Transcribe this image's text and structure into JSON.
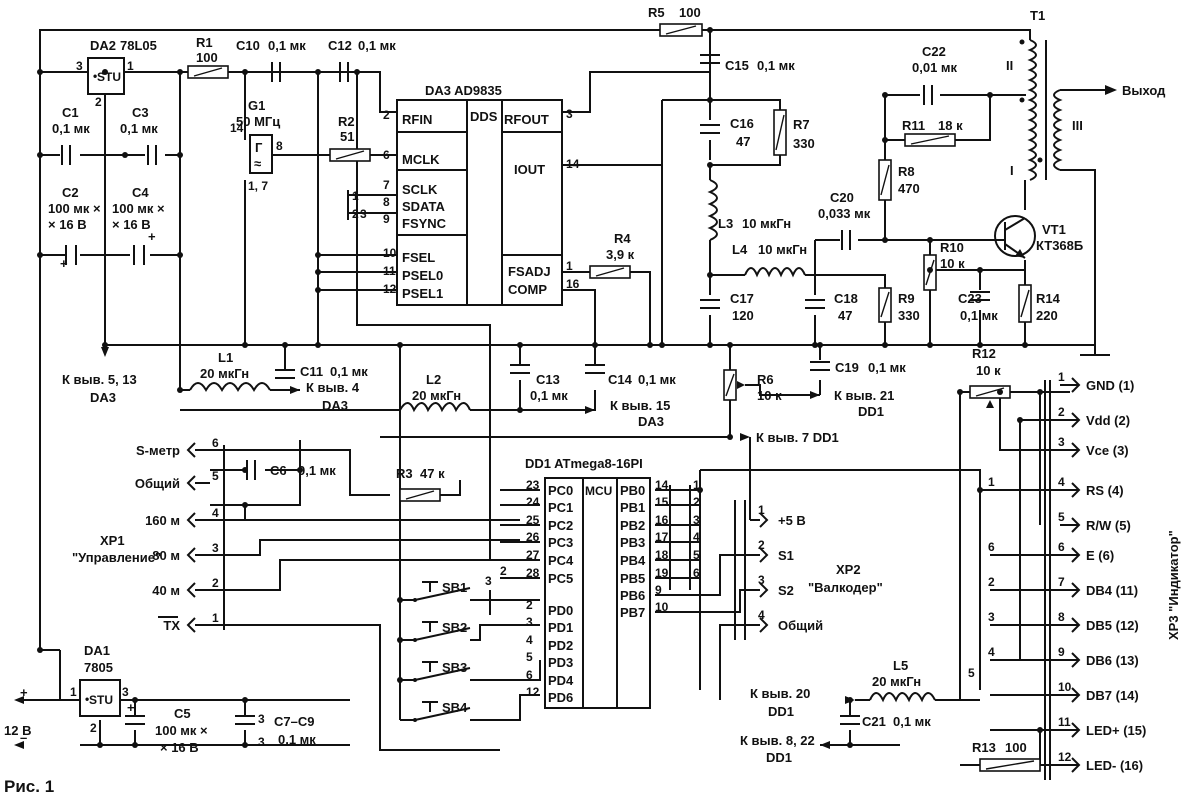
{
  "figure": {
    "caption": "Рис. 1"
  },
  "power": {
    "input_voltage": "12 В",
    "plus": "+",
    "minus": "–"
  },
  "chips": {
    "da1": {
      "ref": "DA1",
      "part": "7805",
      "inner": "STU"
    },
    "da2": {
      "ref": "DA2",
      "part": "78L05",
      "inner": "STU"
    },
    "da3": {
      "title": "DA3  AD9835",
      "dds": "DDS"
    },
    "dd1": {
      "title": "DD1  ATmega8-16PI",
      "mcu": "MCU"
    },
    "g1": {
      "ref": "G1",
      "freq": "50 МГц",
      "symbol": "Г",
      "pins": "1, 7",
      "wave": "≈"
    }
  },
  "da3_pins": {
    "left": [
      {
        "name": "RFIN",
        "num": "2"
      },
      {
        "name": "MCLK",
        "num": "6"
      },
      {
        "name": "SCLK",
        "num": "7"
      },
      {
        "name": "SDATA",
        "num": "8"
      },
      {
        "name": "FSYNC",
        "num": "9"
      },
      {
        "name": "FSEL",
        "num": "10"
      },
      {
        "name": "PSEL0",
        "num": "11"
      },
      {
        "name": "PSEL1",
        "num": "12"
      }
    ],
    "right": [
      {
        "name": "RFOUT",
        "num": "3"
      },
      {
        "name": "IOUT",
        "num": "14"
      },
      {
        "name": "FSADJ",
        "num": "1"
      },
      {
        "name": "COMP",
        "num": "16"
      }
    ],
    "bus": [
      "1",
      "2",
      "3"
    ]
  },
  "dd1_pins": {
    "left": [
      {
        "name": "PC0",
        "num": "23"
      },
      {
        "name": "PC1",
        "num": "24"
      },
      {
        "name": "PC2",
        "num": "25"
      },
      {
        "name": "PC3",
        "num": "26"
      },
      {
        "name": "PC4",
        "num": "27"
      },
      {
        "name": "PC5",
        "num": "28"
      },
      {
        "name": "PD0",
        "num": "2"
      },
      {
        "name": "PD1",
        "num": "3"
      },
      {
        "name": "PD2",
        "num": "4"
      },
      {
        "name": "PD3",
        "num": "5"
      },
      {
        "name": "PD4",
        "num": "6"
      },
      {
        "name": "PD6",
        "num": "12"
      }
    ],
    "right": [
      {
        "name": "PB0",
        "num": "14",
        "bus": "1"
      },
      {
        "name": "PB1",
        "num": "15",
        "bus": "2"
      },
      {
        "name": "PB2",
        "num": "16",
        "bus": "3"
      },
      {
        "name": "PB3",
        "num": "17",
        "bus": "4"
      },
      {
        "name": "PB4",
        "num": "18",
        "bus": "5"
      },
      {
        "name": "PB5",
        "num": "19",
        "bus": "6"
      },
      {
        "name": "PB6",
        "num": "9",
        "bus": ""
      },
      {
        "name": "PB7",
        "num": "10",
        "bus": ""
      }
    ],
    "left_bus": [
      "1",
      "2",
      "3"
    ]
  },
  "components": {
    "r1": {
      "ref": "R1",
      "val": "100"
    },
    "r2": {
      "ref": "R2",
      "val": "51"
    },
    "r3": {
      "ref": "R3",
      "val": "47 к"
    },
    "r4": {
      "ref": "R4",
      "val": "3,9 к"
    },
    "r5": {
      "ref": "R5",
      "val": "100"
    },
    "r6": {
      "ref": "R6",
      "val": "10 к"
    },
    "r7": {
      "ref": "R7",
      "val": "330"
    },
    "r8": {
      "ref": "R8",
      "val": "470"
    },
    "r9": {
      "ref": "R9",
      "val": "330"
    },
    "r10": {
      "ref": "R10",
      "val": "10 к"
    },
    "r11": {
      "ref": "R11",
      "val": "18 к"
    },
    "r12": {
      "ref": "R12",
      "val": "10 к"
    },
    "r13": {
      "ref": "R13",
      "val": "100"
    },
    "r14": {
      "ref": "R14",
      "val": "220"
    },
    "c1": {
      "ref": "C1",
      "val": "0,1 мк"
    },
    "c2": {
      "ref": "C2",
      "val1": "100 мк ×",
      "val2": "× 16 В"
    },
    "c3": {
      "ref": "C3",
      "val": "0,1 мк"
    },
    "c4": {
      "ref": "C4",
      "val1": "100 мк ×",
      "val2": "× 16 В"
    },
    "c5": {
      "ref": "C5",
      "val1": "100 мк ×",
      "val2": "× 16 В"
    },
    "c6": {
      "ref": "C6",
      "val": "0,1 мк"
    },
    "c79": {
      "ref": "C7–C9",
      "val": "0,1 мк",
      "mult": "3"
    },
    "c10": {
      "ref": "C10",
      "val": "0,1 мк"
    },
    "c11": {
      "ref": "C11",
      "val": "0,1 мк"
    },
    "c12": {
      "ref": "C12",
      "val": "0,1 мк"
    },
    "c13": {
      "ref": "C13",
      "val": "0,1 мк"
    },
    "c14": {
      "ref": "C14",
      "val": "0,1 мк"
    },
    "c15": {
      "ref": "C15",
      "val": "0,1 мк"
    },
    "c16": {
      "ref": "C16",
      "val": "47"
    },
    "c17": {
      "ref": "C17",
      "val": "120"
    },
    "c18": {
      "ref": "C18",
      "val": "47"
    },
    "c19": {
      "ref": "C19",
      "val": "0,1 мк"
    },
    "c20": {
      "ref": "C20",
      "val": "0,033 мк"
    },
    "c21": {
      "ref": "C21",
      "val": "0,1 мк"
    },
    "c22": {
      "ref": "C22",
      "val": "0,01 мк"
    },
    "c23": {
      "ref": "C23",
      "val": "0,1 мк"
    },
    "l1": {
      "ref": "L1",
      "val": "20 мкГн"
    },
    "l2": {
      "ref": "L2",
      "val": "20 мкГн"
    },
    "l3": {
      "ref": "L3",
      "val": "10 мкГн"
    },
    "l4": {
      "ref": "L4",
      "val": "10 мкГн"
    },
    "l5": {
      "ref": "L5",
      "val": "20 мкГн"
    },
    "vt1": {
      "ref": "VT1",
      "part": "КТ368Б"
    },
    "t1": {
      "ref": "T1",
      "w1": "I",
      "w2": "II",
      "w3": "III"
    },
    "sb": [
      "SB1",
      "SB2",
      "SB3",
      "SB4"
    ]
  },
  "notes": {
    "n_513": "К выв. 5, 13",
    "n_da3": "DA3",
    "n_4": "К выв. 4",
    "n_15": "К выв. 15",
    "n_21": "К выв. 21",
    "n_dd1": "DD1",
    "n_7": "К выв. 7 DD1",
    "n_20": "К выв. 20",
    "n_822": "К выв. 8, 22",
    "out": "Выход"
  },
  "xp1": {
    "title": "XP1",
    "subtitle": "\"Управление\"",
    "pins": [
      {
        "label": "S-метр",
        "num": "6"
      },
      {
        "label": "Общий",
        "num": "5"
      },
      {
        "label": "160 м",
        "num": "4"
      },
      {
        "label": "80 м",
        "num": "3"
      },
      {
        "label": "40 м",
        "num": "2"
      },
      {
        "label": "TX",
        "num": "1"
      }
    ]
  },
  "xp2": {
    "title": "XP2",
    "subtitle": "\"Валкодер\"",
    "pins": [
      {
        "label": "+5 В",
        "num": "1"
      },
      {
        "label": "S1",
        "num": "2"
      },
      {
        "label": "S2",
        "num": "3"
      },
      {
        "label": "Общий",
        "num": "4"
      }
    ]
  },
  "xp3": {
    "title": "XP3 \"Индикатор\"",
    "pins": [
      {
        "label": "GND (1)",
        "num": "1",
        "bus": ""
      },
      {
        "label": "Vdd (2)",
        "num": "2",
        "bus": ""
      },
      {
        "label": "Vce (3)",
        "num": "3",
        "bus": ""
      },
      {
        "label": "RS (4)",
        "num": "4",
        "bus": "1"
      },
      {
        "label": "R/W (5)",
        "num": "5",
        "bus": ""
      },
      {
        "label": "E (6)",
        "num": "6",
        "bus": "6"
      },
      {
        "label": "DB4 (11)",
        "num": "7",
        "bus": "2"
      },
      {
        "label": "DB5 (12)",
        "num": "8",
        "bus": "3"
      },
      {
        "label": "DB6 (13)",
        "num": "9",
        "bus": "4"
      },
      {
        "label": "DB7 (14)",
        "num": "10",
        "bus": ""
      },
      {
        "label": "LED+ (15)",
        "num": "11",
        "bus": ""
      },
      {
        "label": "LED- (16)",
        "num": "12",
        "bus": ""
      }
    ],
    "bus5": "5"
  },
  "misc": {
    "da2_p3": "3",
    "da2_p1": "1",
    "da2_p2": "2",
    "da1_p1": "1",
    "da1_p2": "2",
    "da1_p3": "3",
    "g1_p14": "14",
    "g1_p8": "8",
    "dd1_p3": "3",
    "dd1_p2": "2"
  }
}
